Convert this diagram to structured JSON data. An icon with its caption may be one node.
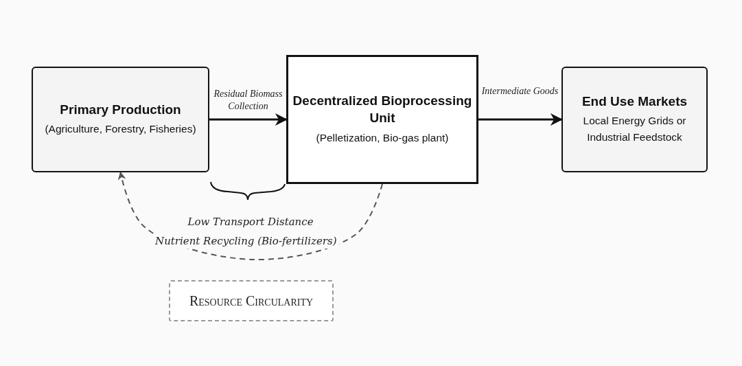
{
  "diagram": {
    "nodes": [
      {
        "text": [
          "Primary Production",
          "(Agriculture, Forestry, Fisheries)"
        ]
      },
      {
        "text": [
          "Decentralized Bioprocessing Unit",
          "(Pelletization, Bio-gas plant)"
        ]
      },
      {
        "text": [
          "End Use Markets",
          "Local Energy Grids or Industrial Feedstock"
        ]
      },
      {
        "text": [
          "Resource Circularity"
        ]
      }
    ],
    "edges": [
      {
        "from": 0,
        "to": 1,
        "arrow": "to",
        "label": "Residual Biomass Collection"
      },
      {
        "from": 1,
        "to": 2,
        "arrow": "to",
        "label": "Intermediate Goods"
      },
      {
        "from": 1,
        "to": 0,
        "arrow": "to",
        "label": "Nutrient Recycling (Bio-fertilizers)",
        "style": "dashed",
        "color": "#555555"
      }
    ],
    "labels": [
      "Low Transport Distance"
    ]
  }
}
